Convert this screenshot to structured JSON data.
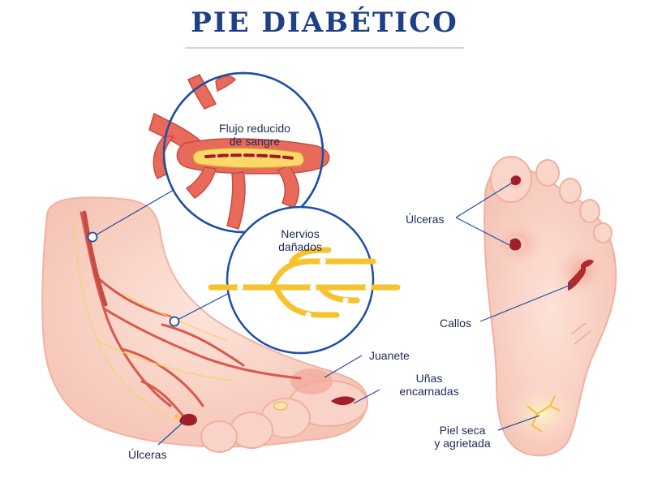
{
  "title": "PIE DIABÉTICO",
  "labels": {
    "flow_line1": "Flujo reducido",
    "flow_line2": "de sangre",
    "nerves_line1": "Nervios",
    "nerves_line2": "dañados",
    "bunion": "Juanete",
    "nails_line1": "Uñas",
    "nails_line2": "encarnadas",
    "ulcers_side": "Úlceras",
    "ulcers_sole": "Úlceras",
    "calluses": "Callos",
    "dry_line1": "Piel seca",
    "dry_line2": "y agrietada"
  },
  "colors": {
    "title": "#1f3f86",
    "bubble_border": "#1f4ea3",
    "skin": "#f9d2c6",
    "skin_dark": "#f0b1a3",
    "vein": "#d8594f",
    "nerve": "#f6c22d",
    "ulcer": "#a0202a"
  }
}
